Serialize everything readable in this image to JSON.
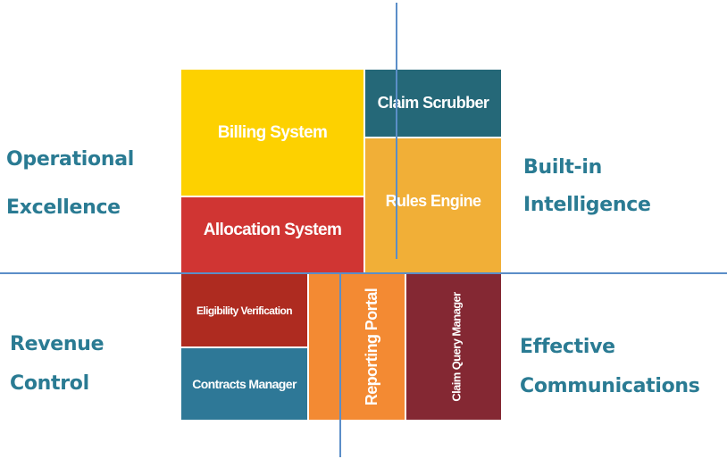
{
  "quadrants": {
    "top_left": [
      "Operational",
      "Excellence"
    ],
    "top_right": [
      "Built-in",
      "Intelligence"
    ],
    "bottom_left": [
      "Revenue",
      "Control"
    ],
    "bottom_right": [
      "Effective",
      "Communications"
    ]
  },
  "blocks": {
    "billing_system": {
      "label": "Billing System",
      "color": "#fdd100"
    },
    "allocation_system": {
      "label": "Allocation System",
      "color": "#d03533"
    },
    "claim_scrubber": {
      "label": "Claim Scrubber",
      "color": "#256878"
    },
    "rules_engine": {
      "label": "Rules Engine",
      "color": "#f1af37"
    },
    "eligibility_verification": {
      "label": "Eligibility Verification",
      "color": "#ae2b20"
    },
    "contracts_manager": {
      "label": "Contracts Manager",
      "color": "#2e7897"
    },
    "reporting_portal": {
      "label": "Reporting Portal",
      "color": "#f38a33"
    },
    "claim_query_manager": {
      "label": "Claim Query Manager",
      "color": "#842833"
    }
  },
  "colors": {
    "quadrant_text": "#2a7b93",
    "axis_line": "#5b8ec8"
  }
}
